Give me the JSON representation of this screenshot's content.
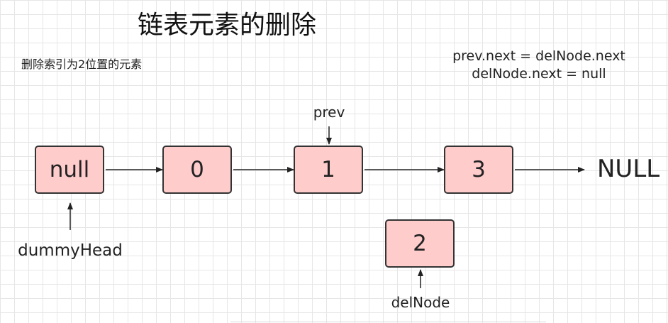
{
  "title": "链表元素的删除",
  "subtitle": "删除索引为2位置的元素",
  "code": {
    "line1": "prev.next = delNode.next",
    "line2": "delNode.next = null"
  },
  "nodes": [
    "null",
    "0",
    "1",
    "3",
    "2"
  ],
  "labels": {
    "prev": "prev",
    "dummy_head": "dummyHead",
    "del_node": "delNode",
    "list_end": "NULL"
  },
  "colors": {
    "node_fill": "#ffcccc",
    "node_border": "#333333",
    "grid": "#e6e6e6"
  }
}
